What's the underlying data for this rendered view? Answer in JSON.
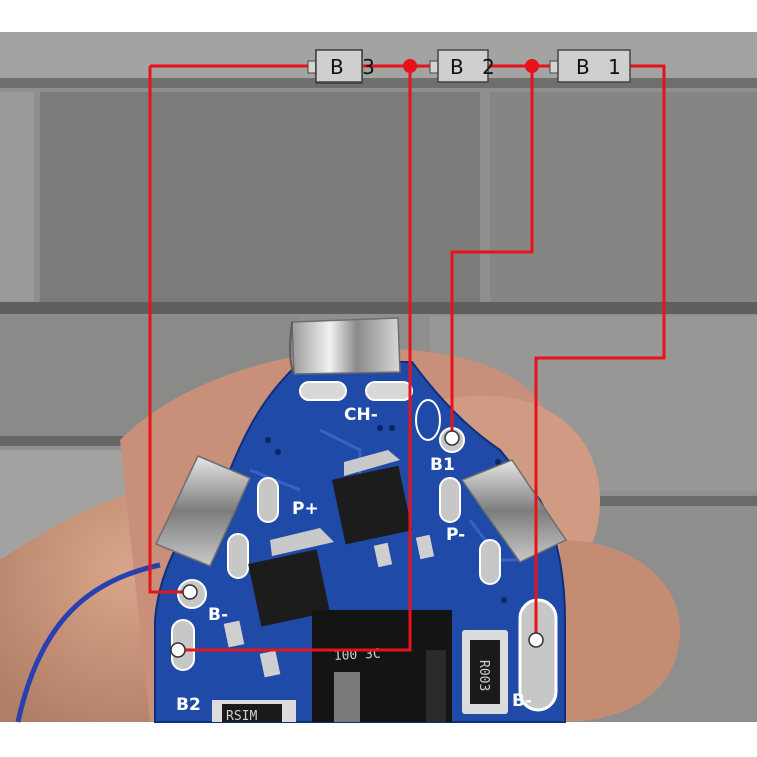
{
  "wiring": {
    "cells": [
      {
        "label": "B 3"
      },
      {
        "label": "B 2"
      },
      {
        "label": "B 1"
      }
    ],
    "wire_color": "#e8121a"
  },
  "pcb": {
    "labels": {
      "ch_minus": "CH-",
      "b1": "B1",
      "p_plus": "P+",
      "p_minus": "P-",
      "b_minus_left": "B-",
      "b2": "B2",
      "b_minus_right": "B-"
    },
    "chips": {
      "resistor": "R003",
      "diode": "RSIM"
    },
    "board_color": "#1f4aa8"
  }
}
